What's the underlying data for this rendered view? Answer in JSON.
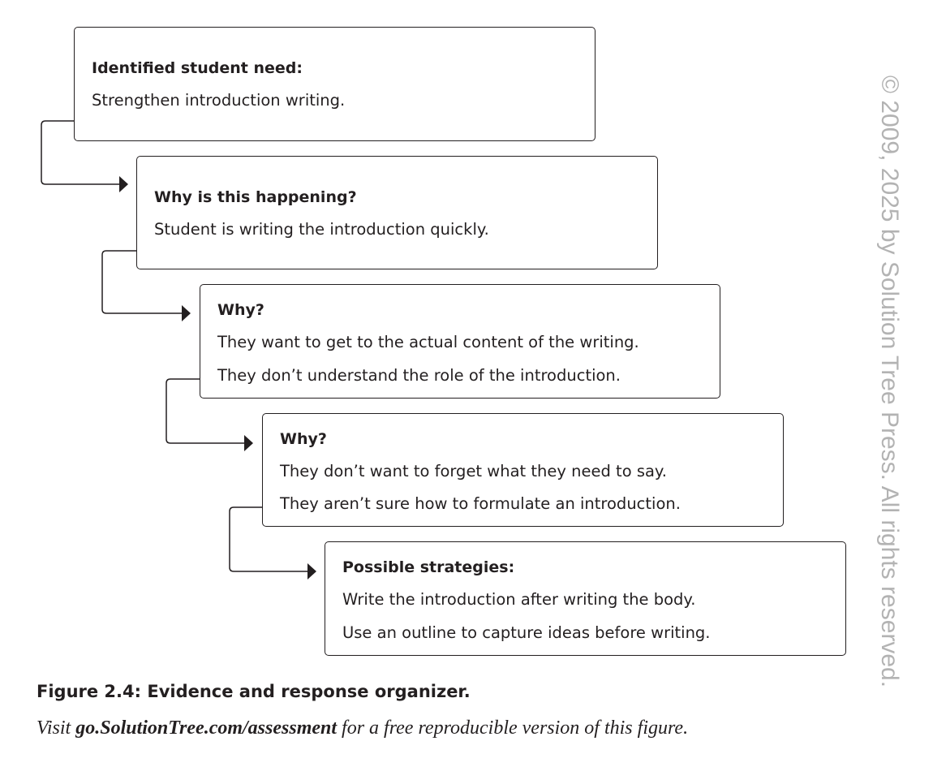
{
  "boxes": [
    {
      "heading": "Identified student need:",
      "lines": [
        "Strengthen introduction writing."
      ]
    },
    {
      "heading": "Why is this happening?",
      "lines": [
        "Student is writing the introduction quickly."
      ]
    },
    {
      "heading": "Why?",
      "lines": [
        "They want to get to the actual content of the writing.",
        "They don’t understand the role of the introduction."
      ]
    },
    {
      "heading": "Why?",
      "lines": [
        "They don’t want to forget what they need to say.",
        "They aren’t sure how to formulate an introduction."
      ]
    },
    {
      "heading": "Possible strategies:",
      "lines": [
        "Write the introduction after writing the body.",
        "Use an outline to capture ideas before writing."
      ]
    }
  ],
  "caption": "Figure 2.4: Evidence and response organizer.",
  "visit": {
    "prefix": "Visit ",
    "url": "go.SolutionTree.com/assessment",
    "suffix": " for a free reproducible version of this figure."
  },
  "copyright": "© 2009, 2025 by Solution Tree Press. All rights reserved.",
  "colors": {
    "ink": "#231f20",
    "watermark": "#b3b3b3"
  }
}
